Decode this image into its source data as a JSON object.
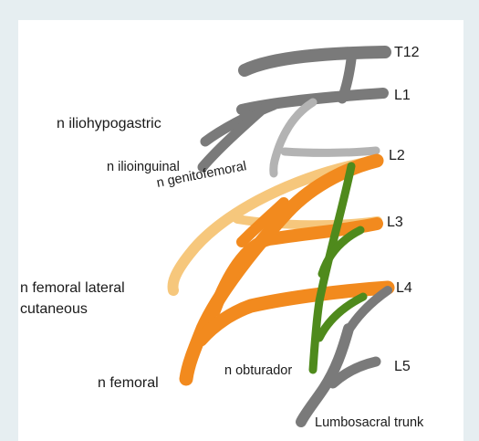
{
  "colors": {
    "background": "#e6eef1",
    "panel": "#ffffff",
    "dark_gray": "#7a7a7a",
    "light_gray": "#b3b3b3",
    "femoral_orange": "#f28a1e",
    "lateral_cutaneous_yellow": "#f6c77c",
    "obturator_green": "#4f8a1c"
  },
  "spinal_levels": [
    "T12",
    "L1",
    "L2",
    "L3",
    "L4",
    "L5"
  ],
  "nerves": {
    "iliohypogastric": "n iliohypogastric",
    "ilioinguinal": "n ilioinguinal",
    "genitofemoral": "n genitofemoral",
    "femoral_lateral_cutaneous_line1": "n femoral lateral",
    "femoral_lateral_cutaneous_line2": "cutaneous",
    "femoral": "n femoral",
    "obturator": "n obturador",
    "lumbosacral_trunk": "Lumbosacral trunk"
  }
}
